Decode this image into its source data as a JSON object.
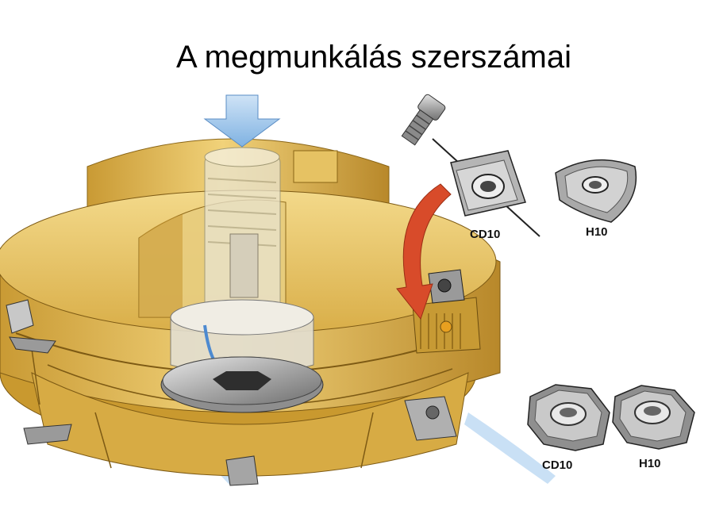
{
  "title": "A megmunkálás szerszámai",
  "insert_labels": {
    "top_left": "CD10",
    "top_right": "H10",
    "bottom_left": "CD10",
    "bottom_right": "H10"
  },
  "colors": {
    "tool_body": "#e0b94e",
    "tool_shadow": "#b88c2a",
    "coolant": "#9cc6ec",
    "arrow_red": "#d84b2a",
    "insert_grey": "#9a9a9a"
  }
}
